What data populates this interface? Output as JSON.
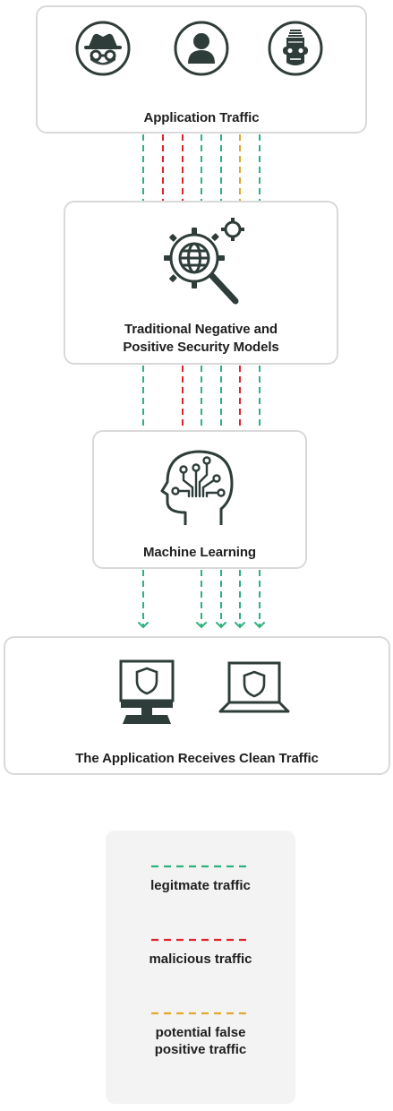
{
  "boxes": {
    "traffic": {
      "label": "Application Traffic"
    },
    "security": {
      "label_line1": "Traditional Negative and",
      "label_line2": "Positive Security Models"
    },
    "ml": {
      "label": "Machine Learning"
    },
    "app": {
      "label": "The Application Receives Clean Traffic"
    }
  },
  "icons": {
    "traffic": [
      "hacker-icon",
      "user-icon",
      "robot-icon"
    ],
    "security": "gear-globe-magnifier-icon",
    "ml": "brain-head-icon",
    "app": [
      "desktop-shield-icon",
      "laptop-shield-icon"
    ]
  },
  "legend": {
    "items": [
      {
        "label": "legitmate traffic",
        "color": "#2bb37d"
      },
      {
        "label": "malicious traffic",
        "color": "#e0232a"
      },
      {
        "label_line1": "potential false",
        "label_line2": "positive traffic",
        "color": "#e2a72e"
      }
    ]
  },
  "colors": {
    "legitimate": "#2bb37d",
    "malicious": "#e0232a",
    "false_positive": "#e2a72e",
    "icon": "#2f3d3a",
    "border": "#d9d9d9"
  }
}
